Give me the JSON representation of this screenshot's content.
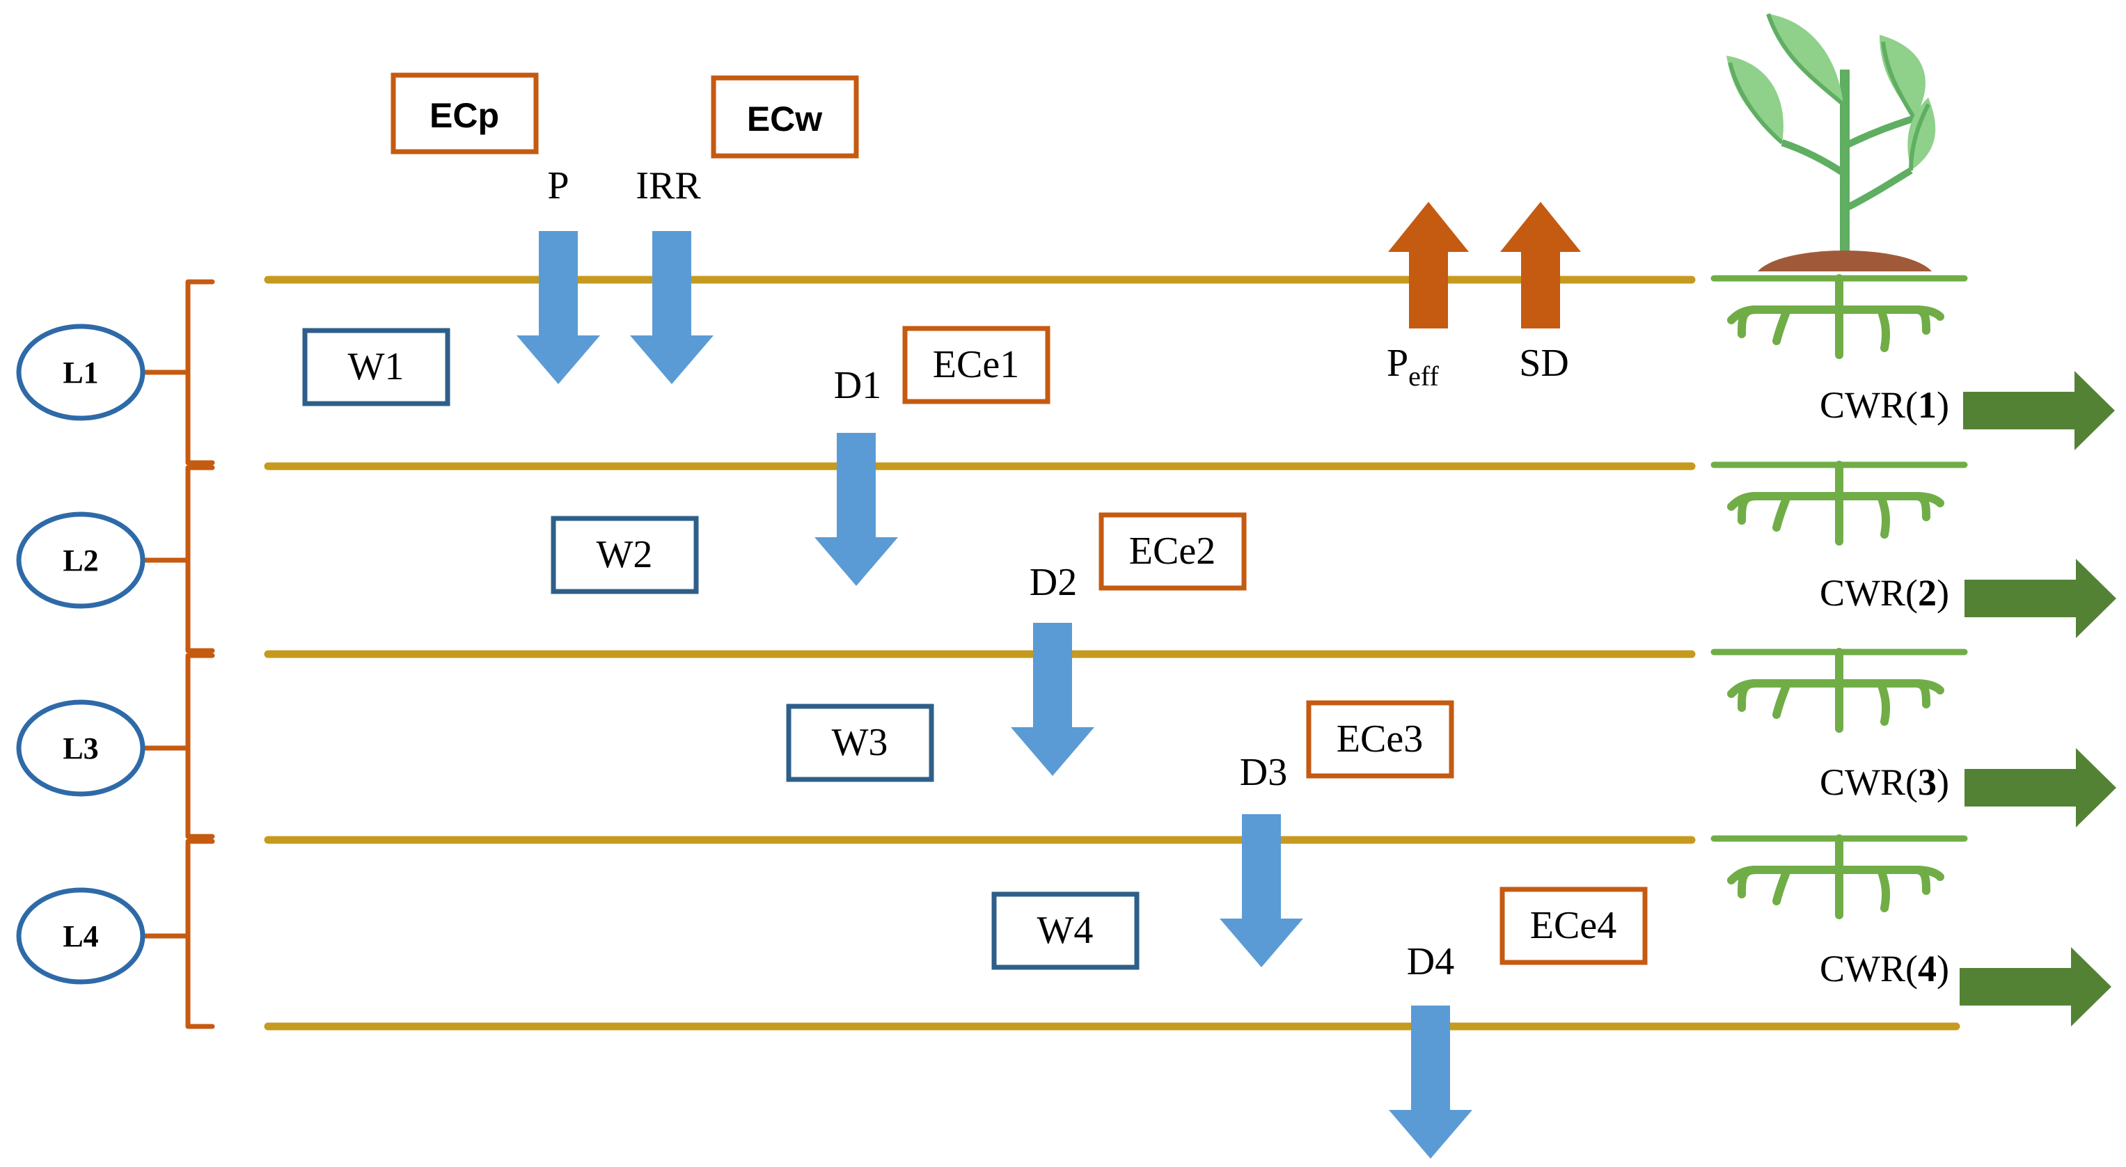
{
  "colors": {
    "soil_line": "#c59a1e",
    "blue_arrow": "#5b9bd5",
    "orange_arrow": "#c55a11",
    "green_arrow": "#548235",
    "ec_box_border": "#c55a11",
    "w_box_border": "#2e5f8a",
    "layer_ellipse": "#2e6aa8",
    "brace": "#c55a11",
    "root": "#70ad47",
    "leaf_light": "#8fd08a",
    "leaf_dark": "#5fae62",
    "soil_mound": "#a05a3a",
    "text": "#000000"
  },
  "inputs": {
    "ecp": "ECp",
    "ecw": "ECw",
    "p": "P",
    "irr": "IRR"
  },
  "outputs": {
    "p_eff_main": "P",
    "p_eff_sub": "eff",
    "sd": "SD"
  },
  "layers": [
    {
      "label": "L1",
      "water": "W1",
      "drain": "D1",
      "ec": "ECe1",
      "cwr_prefix": "CWR(",
      "cwr_num": "1",
      "cwr_suffix": ")"
    },
    {
      "label": "L2",
      "water": "W2",
      "drain": "D2",
      "ec": "ECe2",
      "cwr_prefix": "CWR(",
      "cwr_num": "2",
      "cwr_suffix": ")"
    },
    {
      "label": "L3",
      "water": "W3",
      "drain": "D3",
      "ec": "ECe3",
      "cwr_prefix": "CWR(",
      "cwr_num": "3",
      "cwr_suffix": ")"
    },
    {
      "label": "L4",
      "water": "W4",
      "drain": "D4",
      "ec": "ECe4",
      "cwr_prefix": "CWR(",
      "cwr_num": "4",
      "cwr_suffix": ")"
    }
  ],
  "icons": {
    "plant": "plant-icon",
    "roots": "roots-icon"
  }
}
